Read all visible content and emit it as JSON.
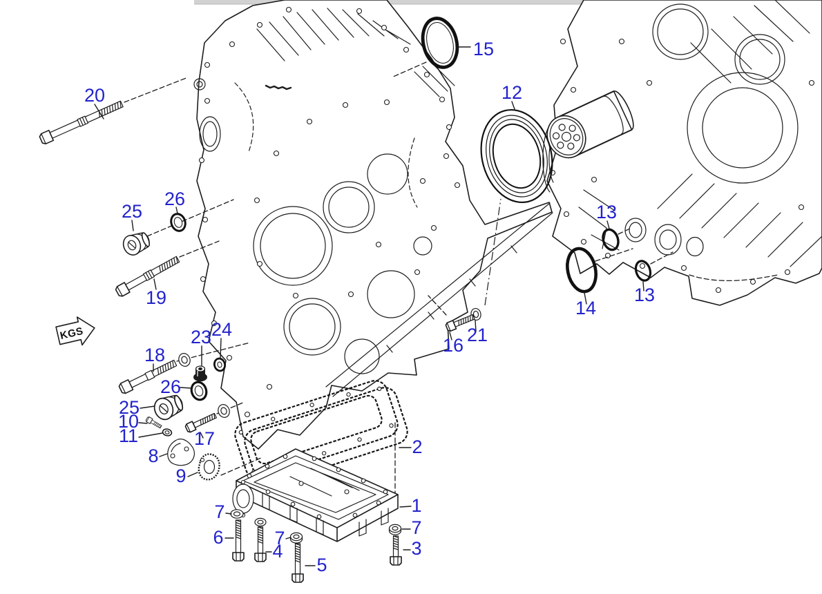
{
  "diagram": {
    "type": "exploded-parts-diagram",
    "label_color": "#2222cc",
    "line_color": "#1c1c1c",
    "background_color": "#ffffff",
    "top_strip_color": "#d2d2d2",
    "units_flag": "KGS",
    "callouts": {
      "c1": "1",
      "c2": "2",
      "c3": "3",
      "c4": "4",
      "c5": "5",
      "c6": "6",
      "c7a": "7",
      "c7b": "7",
      "c7c": "7",
      "c8": "8",
      "c9": "9",
      "c10": "10",
      "c11": "11",
      "c12": "12",
      "c13a": "13",
      "c13b": "13",
      "c14": "14",
      "c15": "15",
      "c16": "16",
      "c17": "17",
      "c18": "18",
      "c19": "19",
      "c20": "20",
      "c21": "21",
      "c23": "23",
      "c24": "24",
      "c25a": "25",
      "c25b": "25",
      "c26a": "26",
      "c26b": "26"
    },
    "visible_part_numbers": [
      "1",
      "2",
      "3",
      "4",
      "5",
      "6",
      "7",
      "8",
      "9",
      "10",
      "11",
      "12",
      "13",
      "14",
      "15",
      "16",
      "17",
      "18",
      "19",
      "20",
      "21",
      "23",
      "24",
      "25",
      "26"
    ]
  }
}
